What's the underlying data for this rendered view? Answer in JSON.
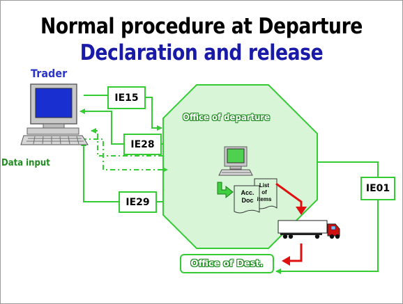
{
  "title": {
    "line1": "Normal procedure at Departure",
    "line2": "Declaration and release"
  },
  "nodes": {
    "trader": "Trader",
    "data_input": "Data input",
    "office_of_departure": "Office of departure",
    "office_of_destination": "Office of Dest."
  },
  "messages": {
    "ie15": "IE15",
    "ie28": "IE28",
    "ie29": "IE29",
    "ie01": "IE01"
  },
  "documents": {
    "acc_doc_line1": "Acc.",
    "acc_doc_line2": "Doc",
    "list_items_line1": "List",
    "list_items_line2": "of",
    "list_items_line3": "items"
  },
  "colors": {
    "title_line1": "#000000",
    "title_line2": "#1a1aa8",
    "trader_label": "#2b34c8",
    "green_accent": "#33cc33",
    "octagon_fill": "#d8f5d8",
    "flow_arrow_red": "#e01010"
  },
  "icons": [
    "computer-terminal-icon",
    "truck-icon",
    "arrow-icon"
  ]
}
